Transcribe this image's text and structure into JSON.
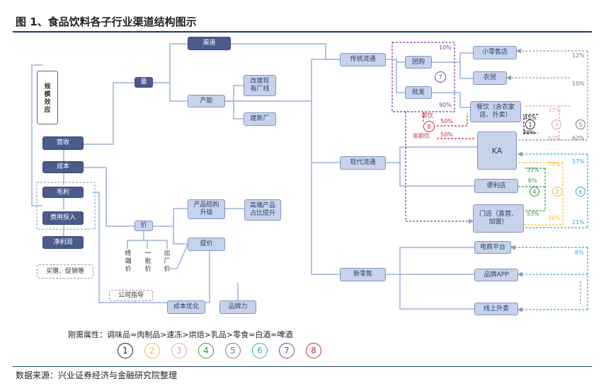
{
  "title": "图 1、食品饮料各子行业渠道结构图示",
  "source": "数据来源：兴业证券经济与金融研究院整理",
  "left": {
    "scale_effect": "规模效应",
    "revenue": "营收",
    "cost": "成本",
    "gross_profit": "毛利",
    "expense": "费用投入",
    "net_profit": "净利润",
    "promo": "买赠、促销等",
    "volume": "量",
    "channel": "渠道",
    "capacity": "产能",
    "new_capacity": "改建现有厂线",
    "new_plant": "建新厂",
    "price": "价",
    "structure_upgrade": "产品结构升级",
    "premium": "高端产品占比提升",
    "price_raise": "提价",
    "terminal_price": "终端价",
    "wholesale_price": "一批价",
    "factory_price": "出厂价",
    "company_guide": "公司指导",
    "cost_opt": "成本优化",
    "brand": "品牌力"
  },
  "middle": {
    "traditional": "传统流通",
    "group_buy": "团购",
    "wholesale": "批发",
    "modern": "现代流通",
    "new_retail": "新零售",
    "pct_top": "10%",
    "pct_bottom": "90%",
    "instant_label": "即饮",
    "non_instant_label": "非即饮",
    "instant_pct": "50%",
    "non_instant_pct": "50%"
  },
  "right": {
    "small_store": "小零售店",
    "farm_market": "农贸",
    "catering": "餐饮（含农家店、外卖）",
    "ka": "KA",
    "convenience": "便利店",
    "store": "门店（直营、加盟）",
    "ecommerce": "电商平台",
    "brand_app": "品牌APP",
    "online_takeout": "线上外卖",
    "p_12": "12%",
    "p_10": "10%",
    "p_37": "37%",
    "p_45": "45%",
    "p_30": "30%",
    "p_63": "63%",
    "p_62": "62%",
    "p_55": "55%",
    "p_57": "57%",
    "p_31": "31%",
    "p_6": "6%",
    "p_53": "53%",
    "p_36": "36%",
    "p_21": "21%",
    "p_8": "8%"
  },
  "legend": {
    "label": "刚需属性：调味品≈肉制品>速冻>烘焙>乳品>零食≈白酒≈啤酒",
    "items": [
      "1",
      "2",
      "3",
      "4",
      "5",
      "6",
      "7",
      "8"
    ],
    "colors": [
      "#222222",
      "#f2c037",
      "#e8a0a8",
      "#2e9a3c",
      "#777777",
      "#2fa9d6",
      "#7a3fa0",
      "#c0283a"
    ]
  }
}
